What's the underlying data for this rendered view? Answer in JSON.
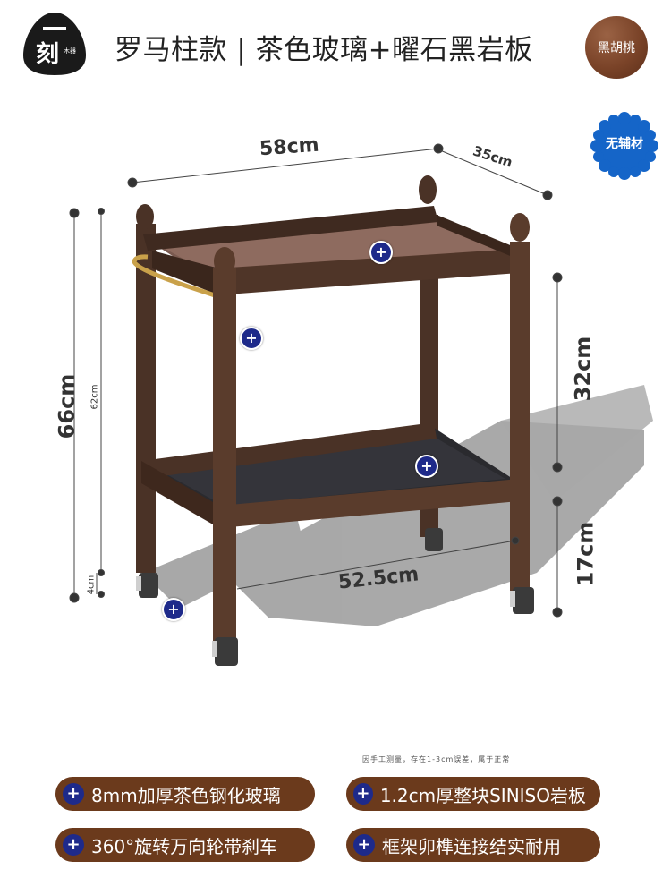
{
  "logo": {
    "char": "刻",
    "small": "木器"
  },
  "title": "罗马柱款 | 茶色玻璃+曜石黑岩板",
  "wood_badge": "黑胡桃",
  "material_badge": "无辅材",
  "dimensions": {
    "width": "58cm",
    "depth": "35cm",
    "height_total": "66cm",
    "height_inner": "62cm",
    "foot": "4cm",
    "upper_gap": "32cm",
    "lower_gap": "17cm",
    "inner_width": "52.5cm"
  },
  "note": "因手工测量，存在1-3cm误差，属于正常",
  "features": [
    {
      "label": "8mm加厚茶色钢化玻璃"
    },
    {
      "label": "1.2cm厚整块SINISO岩板"
    },
    {
      "label": "360°旋转万向轮带刹车"
    },
    {
      "label": "框架卯榫连接结实耐用"
    }
  ],
  "plus_symbol": "+",
  "colors": {
    "wood": "#4a3226",
    "pill": "#6b3a1c",
    "accent": "#1e2a8a",
    "glass": "#7a5a50",
    "slate": "#2a2a2e"
  }
}
